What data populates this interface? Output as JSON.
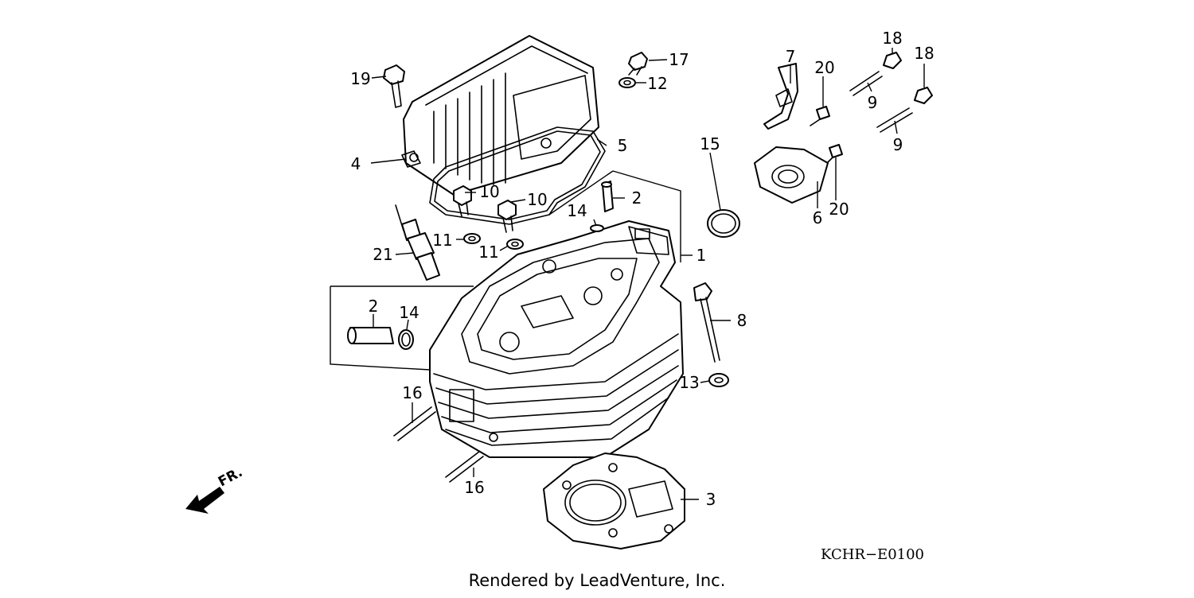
{
  "diagram": {
    "code_label": "KCHR−E0100",
    "footer": "Rendered by LeadVenture, Inc.",
    "front_label": "FR.",
    "callouts": [
      {
        "id": "c19",
        "text": "19"
      },
      {
        "id": "c17",
        "text": "17"
      },
      {
        "id": "c12",
        "text": "12"
      },
      {
        "id": "c7",
        "text": "7"
      },
      {
        "id": "c20a",
        "text": "20"
      },
      {
        "id": "c18a",
        "text": "18"
      },
      {
        "id": "c18b",
        "text": "18"
      },
      {
        "id": "c9a",
        "text": "9"
      },
      {
        "id": "c9b",
        "text": "9"
      },
      {
        "id": "c15",
        "text": "15"
      },
      {
        "id": "c5",
        "text": "5"
      },
      {
        "id": "c4",
        "text": "4"
      },
      {
        "id": "c10a",
        "text": "10"
      },
      {
        "id": "c10b",
        "text": "10"
      },
      {
        "id": "c2a",
        "text": "2"
      },
      {
        "id": "c14a",
        "text": "14"
      },
      {
        "id": "c6",
        "text": "6"
      },
      {
        "id": "c20b",
        "text": "20"
      },
      {
        "id": "c11a",
        "text": "11"
      },
      {
        "id": "c11b",
        "text": "11"
      },
      {
        "id": "c21",
        "text": "21"
      },
      {
        "id": "c1",
        "text": "1"
      },
      {
        "id": "c2b",
        "text": "2"
      },
      {
        "id": "c14b",
        "text": "14"
      },
      {
        "id": "c8",
        "text": "8"
      },
      {
        "id": "c13",
        "text": "13"
      },
      {
        "id": "c16a",
        "text": "16"
      },
      {
        "id": "c16b",
        "text": "16"
      },
      {
        "id": "c3",
        "text": "3"
      }
    ]
  }
}
